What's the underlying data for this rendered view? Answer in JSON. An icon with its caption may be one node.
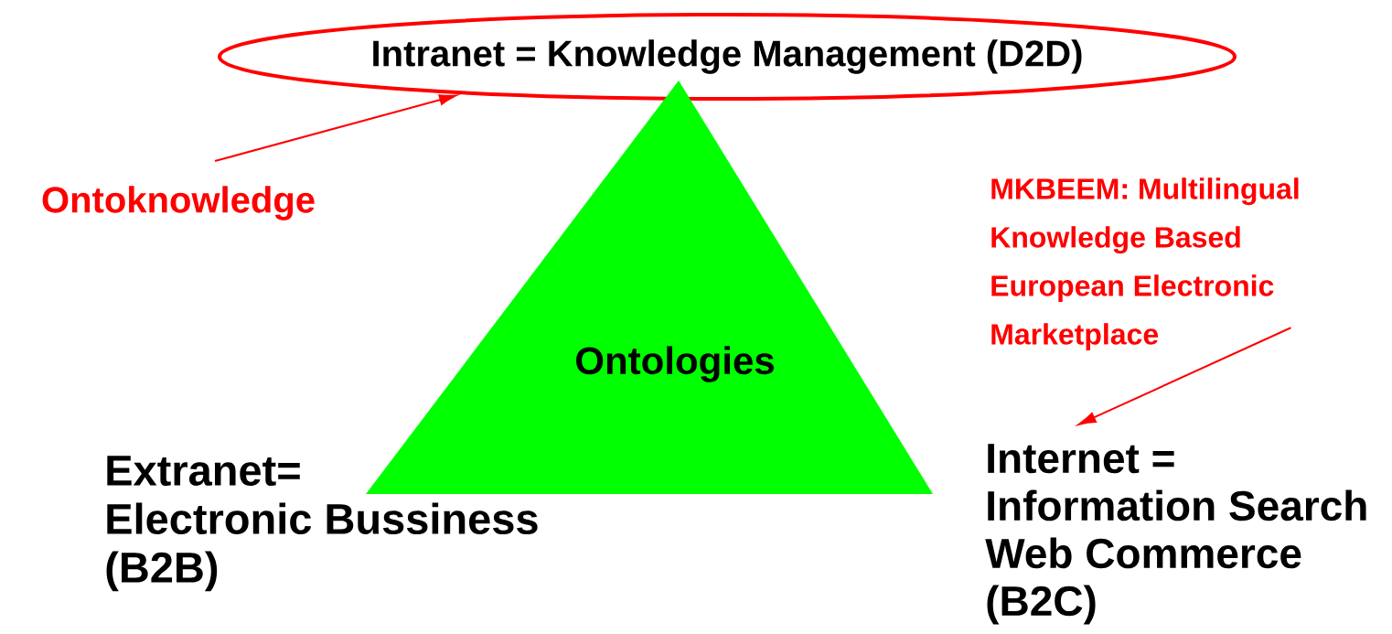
{
  "diagram": {
    "nodes": [
      {
        "text": [
          "Intranet = Knowledge Management (D2D)"
        ]
      },
      {
        "text": [
          "Ontologies"
        ]
      },
      {
        "text": [
          "Ontoknowledge"
        ]
      },
      {
        "text": [
          "MKBEEM: Multilingual Knowledge Based European Electronic Marketplace"
        ]
      },
      {
        "text": [
          "Extranet= Electronic Bussiness (B2B)"
        ]
      },
      {
        "text": [
          "Internet = Information Search Web Commerce (B2C)"
        ]
      }
    ],
    "edges": [
      {
        "from": 2,
        "to": 0,
        "arrow": "to"
      },
      {
        "from": 3,
        "to": 5,
        "arrow": "to"
      }
    ]
  }
}
